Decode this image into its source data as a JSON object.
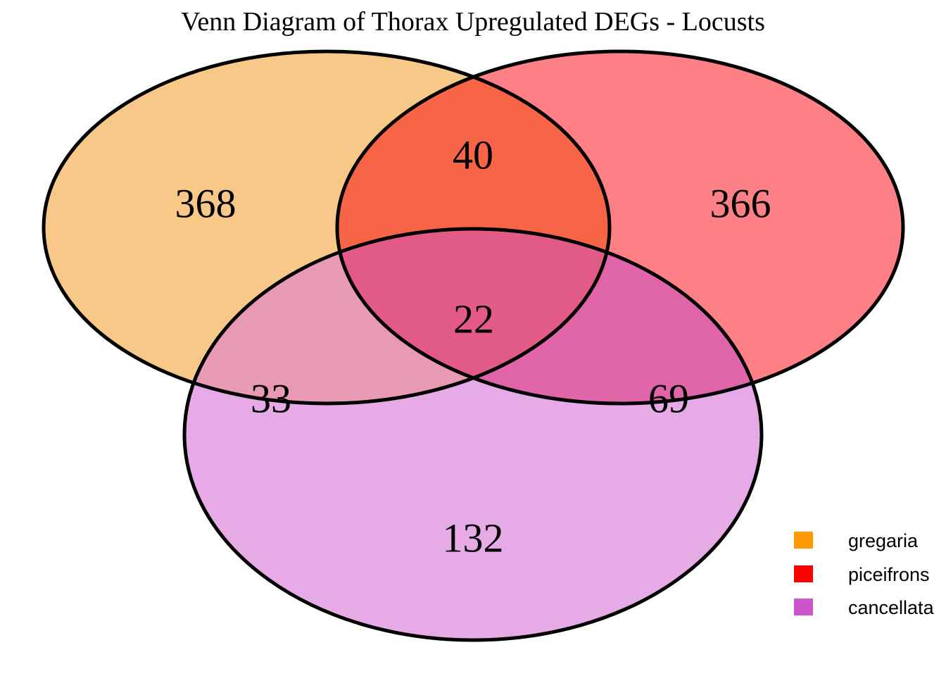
{
  "title": "Venn Diagram of Thorax Upregulated DEGs - Locusts",
  "chart_data": {
    "type": "venn",
    "title": "Venn Diagram of Thorax Upregulated DEGs - Locusts",
    "sets": [
      "gregaria",
      "piceifrons",
      "cancellata"
    ],
    "regions": [
      {
        "key": "gregaria_only",
        "sets": [
          "gregaria"
        ],
        "value": 368
      },
      {
        "key": "piceifrons_only",
        "sets": [
          "piceifrons"
        ],
        "value": 366
      },
      {
        "key": "cancellata_only",
        "sets": [
          "cancellata"
        ],
        "value": 132
      },
      {
        "key": "gregaria_piceifrons",
        "sets": [
          "gregaria",
          "piceifrons"
        ],
        "value": 40
      },
      {
        "key": "gregaria_cancellata",
        "sets": [
          "gregaria",
          "cancellata"
        ],
        "value": 33
      },
      {
        "key": "piceifrons_cancellata",
        "sets": [
          "piceifrons",
          "cancellata"
        ],
        "value": 69
      },
      {
        "key": "all_three",
        "sets": [
          "gregaria",
          "piceifrons",
          "cancellata"
        ],
        "value": 22
      }
    ],
    "counts": {
      "gregaria_only": "368",
      "piceifrons_only": "366",
      "cancellata_only": "132",
      "gregaria_piceifrons": "40",
      "gregaria_cancellata": "33",
      "piceifrons_cancellata": "69",
      "all_three": "22"
    },
    "legend_position": "bottom-right",
    "grid": false
  },
  "legend": {
    "items": [
      {
        "label": "gregaria",
        "color": "#FF9900"
      },
      {
        "label": "piceifrons",
        "color": "#FF0000"
      },
      {
        "label": "cancellata",
        "color": "#CC55CC"
      }
    ]
  },
  "fills": {
    "gregaria": "#F8C888",
    "piceifrons": "#FC8086",
    "cancellata": "#E6AAE6",
    "gregaria_piceifrons": "#F86446",
    "gregaria_cancellata": "#E899B4",
    "piceifrons_cancellata": "#E065A8",
    "all_three": "#E25A86",
    "outline": "#000000"
  }
}
